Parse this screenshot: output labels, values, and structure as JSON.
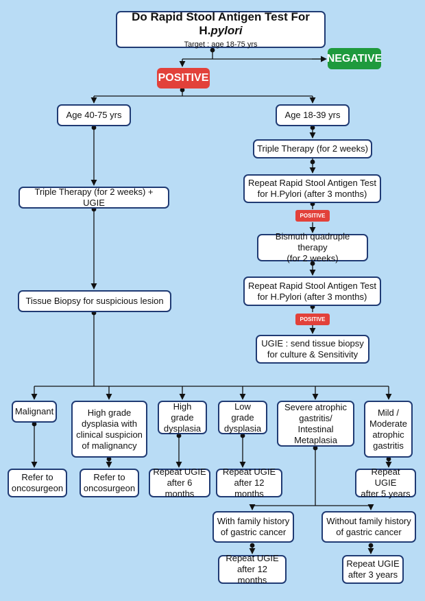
{
  "colors": {
    "background": "#b9dcf5",
    "box_border": "#1f3a73",
    "line": "#111111",
    "positive": "#e2413a",
    "negative": "#1f9a3d"
  },
  "title": {
    "main_prefix": "Do Rapid Stool Antigen Test For H.",
    "main_italic": "pylori",
    "subtitle": "Target : age 18-75 yrs"
  },
  "labels": {
    "negative": "NEGATIVE",
    "positive": "POSITIVE",
    "positive_small": "POSITIVE"
  },
  "left_branch": {
    "age": "Age 40-75 yrs",
    "therapy": "Triple Therapy (for 2 weeks) + UGIE",
    "biopsy": "Tissue Biopsy for suspicious lesion"
  },
  "right_branch": {
    "age": "Age 18-39 yrs",
    "therapy": "Triple Therapy (for 2 weeks)",
    "repeat_test_1": "Repeat Rapid Stool Antigen Test\nfor H.Pylori (after 3 months)",
    "bismuth": "Bismuth quadruple therapy\n(for 2 weeks)",
    "repeat_test_2": "Repeat Rapid Stool Antigen Test\nfor H.Pylori (after 3 months)",
    "ugie_culture": "UGIE : send tissue biopsy\nfor culture & Sensitivity"
  },
  "findings": {
    "malignant": "Malignant",
    "high_grade_suspicion": "High grade\ndysplasia with\nclinical suspicion\nof malignancy",
    "high_grade": "High grade\ndysplasia",
    "low_grade": "Low grade\ndysplasia",
    "severe_atrophic": "Severe atrophic\ngastritis/ Intestinal\nMetaplasia",
    "mild_moderate": "Mild /\nModerate\natrophic\ngastritis"
  },
  "actions": {
    "refer_1": "Refer to\noncosurgeon",
    "refer_2": "Refer to\noncosurgeon",
    "repeat_6m": "Repeat UGIE\nafter 6 months",
    "repeat_12m": "Repeat UGIE\nafter 12 months",
    "repeat_5y": "Repeat UGIE\nafter 5 years"
  },
  "family_history": {
    "with": "With family history\nof gastric cancer",
    "without": "Without family history\nof gastric cancer",
    "with_action": "Repeat UGIE\nafter 12 months",
    "without_action": "Repeat UGIE\nafter 3 years"
  }
}
